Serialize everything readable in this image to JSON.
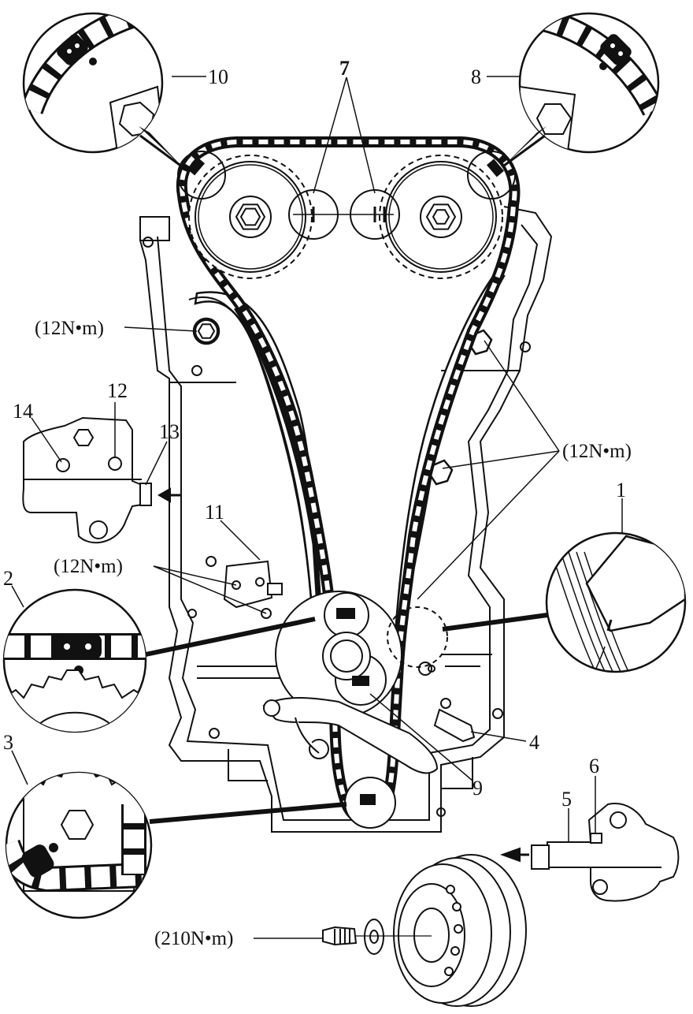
{
  "callouts": {
    "c1": "1",
    "c2": "2",
    "c3": "3",
    "c4": "4",
    "c5": "5",
    "c6": "6",
    "c7": "7",
    "c8": "8",
    "c9": "9",
    "c10": "10",
    "c11": "11",
    "c12": "12",
    "c13": "13",
    "c14": "14"
  },
  "torques": {
    "crank_bolt": "(210N•m)",
    "left_guide_bolt": "(12N•m)",
    "tensioner_bolts": "(12N•m)",
    "right_guide_bolts": "(12N•m)"
  },
  "colors": {
    "ink": "#111111",
    "paper": "#ffffff"
  }
}
